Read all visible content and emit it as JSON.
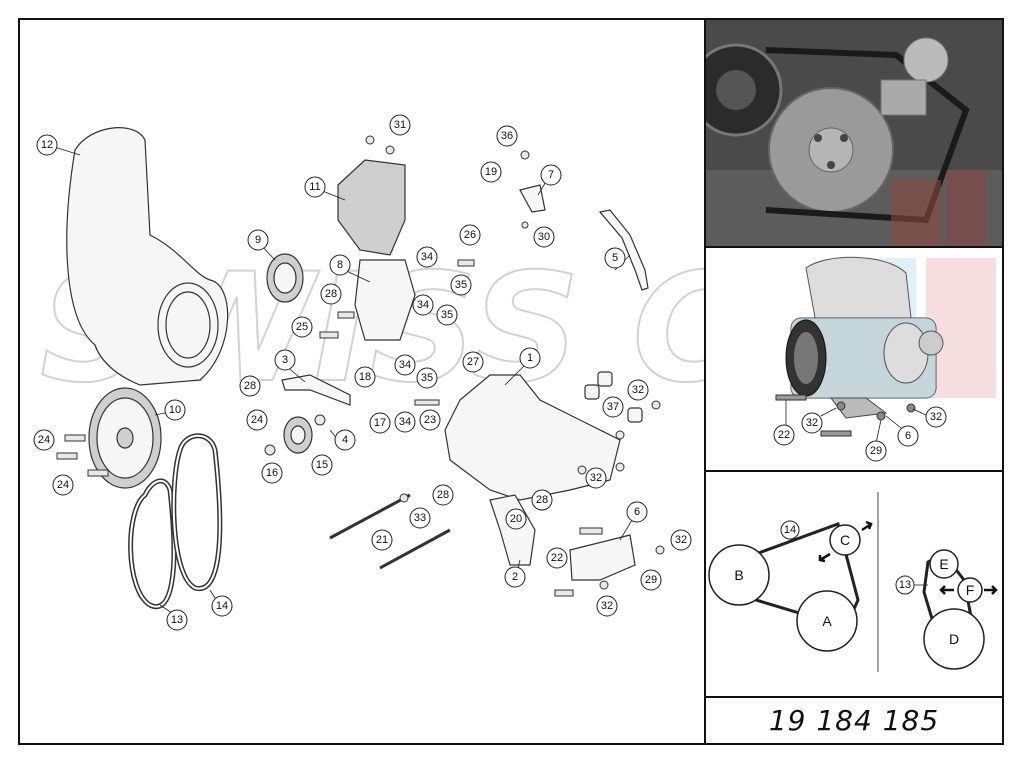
{
  "part_number": "19 184 185",
  "watermark": "SWISS CARS.CH",
  "callouts": {
    "c1": "1",
    "c2": "2",
    "c3": "3",
    "c4": "4",
    "c5": "5",
    "c6": "6",
    "c7": "7",
    "c8": "8",
    "c9": "9",
    "c10": "10",
    "c11": "11",
    "c12": "12",
    "c13": "13",
    "c14": "14",
    "c15": "15",
    "c16": "16",
    "c17": "17",
    "c18": "18",
    "c19": "19",
    "c20": "20",
    "c21": "21",
    "c22": "22",
    "c23": "23",
    "c24": "24",
    "c25": "25",
    "c26": "26",
    "c27": "27",
    "c28": "28",
    "c29": "29",
    "c30": "30",
    "c31": "31",
    "c32": "32",
    "c33": "33",
    "c34": "34",
    "c35": "35",
    "c36": "36",
    "c37": "37"
  },
  "belt_diagram": {
    "pulleys": {
      "a": "A",
      "b": "B",
      "c": "C",
      "d": "D",
      "e": "E",
      "f": "F"
    },
    "belt_14": "14",
    "belt_13": "13"
  },
  "photo_mid_callouts": {
    "p22": "22",
    "p32a": "32",
    "p32b": "32",
    "p6": "6",
    "p29": "29"
  }
}
